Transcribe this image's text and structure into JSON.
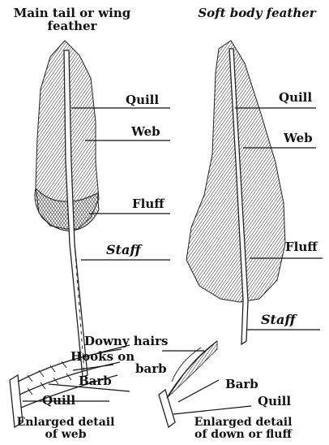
{
  "titles": {
    "main_feather": "Main tail or wing\nfeather",
    "body_feather": "Soft body feather"
  },
  "left_feather_labels": {
    "quill": "Quill",
    "web": "Web",
    "fluff": "Fluff",
    "staff": "Staff"
  },
  "right_feather_labels": {
    "quill": "Quill",
    "web": "Web",
    "fluff": "Fluff",
    "staff": "Staff"
  },
  "detail_labels": {
    "downy_hairs": "Downy hairs",
    "hooks_on_barb_line1": "Hooks on",
    "hooks_on_barb_line2": "barb",
    "barb_web": "Barb",
    "quill_web": "Quill",
    "barb_down": "Barb",
    "quill_down": "Quill"
  },
  "captions": {
    "web_detail": "Enlarged detail\nof web",
    "down_detail": "Enlarged detail\nof down or fluff"
  }
}
